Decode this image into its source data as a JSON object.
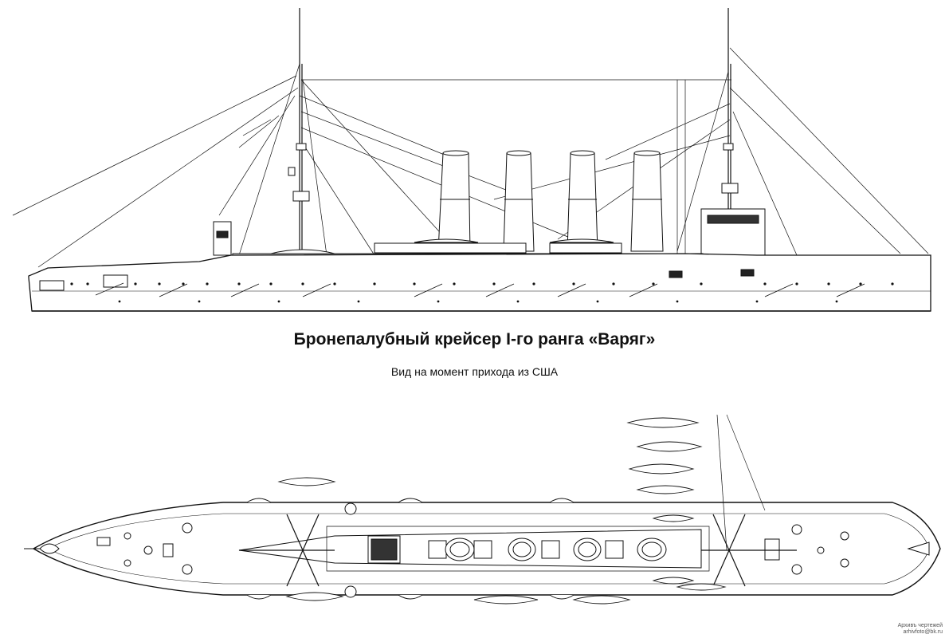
{
  "drawing": {
    "title": "Бронепалубный крейсер I-го ранга «Варяг»",
    "subtitle": "Вид на момент прихода из США",
    "credit_line1": "Архивъ чертежей",
    "credit_line2": "arhivfoto@bk.ru"
  }
}
